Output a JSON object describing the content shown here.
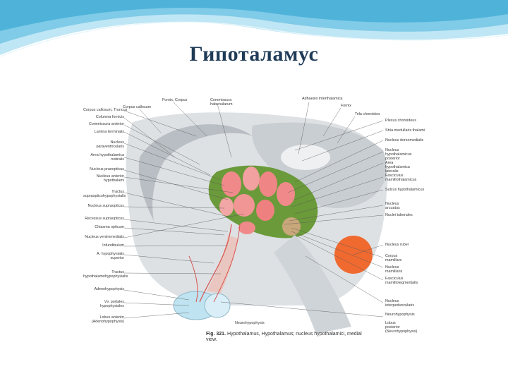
{
  "slide": {
    "title": "Гипоталамус",
    "accent_color": "#4fb3d9",
    "title_color": "#1f3b57"
  },
  "figure": {
    "caption_number": "Fig. 321.",
    "caption_text": "Hypothalamus, Hypothalamus; nucleus hypothalamici, medial view.",
    "colors": {
      "nuclei": "#f08a8a",
      "nuclei_area": "#6b9a3a",
      "background_tissue": "#d9dde0",
      "red_nucleus": "#f06a30",
      "hypophysis": "#bfe3f0"
    },
    "labels_top": [
      {
        "text": "Fornix, Corpus"
      },
      {
        "text": "Commissura habenularum"
      },
      {
        "text": "Adhaesio interthalamica"
      },
      {
        "text": "Fornix"
      },
      {
        "text": "Tela choroidea"
      },
      {
        "text": "Corpus callosum"
      }
    ],
    "labels_left": [
      {
        "text": "Corpus callosum, Truncus"
      },
      {
        "text": "Columna fornicis"
      },
      {
        "text": "Commissura anterior"
      },
      {
        "text": "Lamina terminalis"
      },
      {
        "text": "Nucleus paraventricularis"
      },
      {
        "text": "Area hypothalamica rostralis"
      },
      {
        "text": "Nucleus praeopticus"
      },
      {
        "text": "Nucleus anterior hypothalami"
      },
      {
        "text": "Tractus supraopticohypophysialis"
      },
      {
        "text": "Nucleus supraopticus"
      },
      {
        "text": "Recessus supraopticus"
      },
      {
        "text": "Chiasma opticum"
      },
      {
        "text": "Nucleus ventromedialis"
      },
      {
        "text": "Infundibulum"
      },
      {
        "text": "A. hypophysialis superior"
      },
      {
        "text": "Tractus hypothalamohypophysialis"
      },
      {
        "text": "Adenohypophysis"
      },
      {
        "text": "Vv. portales hypophysiales"
      },
      {
        "text": "Lobus anterior (Adenohypophysis)"
      }
    ],
    "labels_right": [
      {
        "text": "Plexus choroideus"
      },
      {
        "text": "Stria medullaris thalami"
      },
      {
        "text": "Nucleus dorsomedialis"
      },
      {
        "text": "Nucleus hypothalamicus posterior"
      },
      {
        "text": "Area hypothalamica lateralis"
      },
      {
        "text": "Fasciculus mamillothalamicus"
      },
      {
        "text": "Sulcus hypothalamicus"
      },
      {
        "text": "Nucleus arcuatus"
      },
      {
        "text": "Nuclei tuberales"
      },
      {
        "text": "Nucleus ruber"
      },
      {
        "text": "Corpus mamillare"
      },
      {
        "text": "Nucleus mamillaris"
      },
      {
        "text": "Fasciculus mamillotegmentalis"
      },
      {
        "text": "Nucleus interpeduncularis"
      },
      {
        "text": "Neurohypophysis"
      },
      {
        "text": "Lobus posterior (Neurohypophysis)"
      }
    ],
    "label_bottom": "Neurohypophysis"
  }
}
